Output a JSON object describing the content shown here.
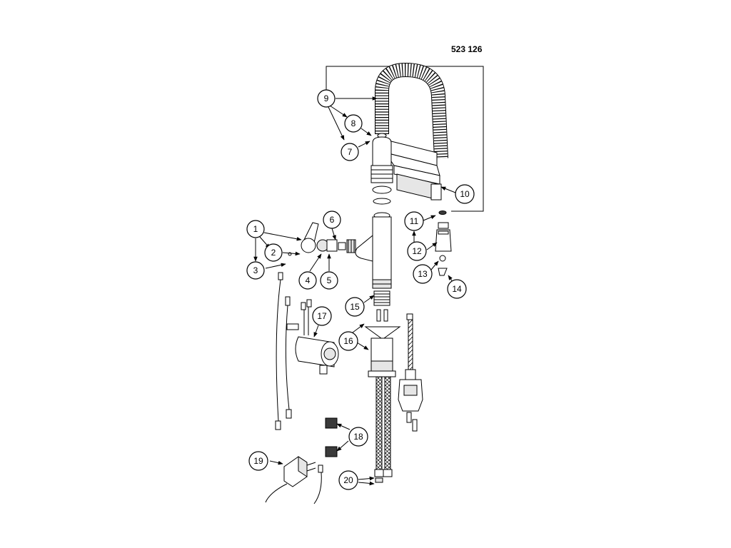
{
  "part_number": "523 126",
  "callouts": [
    "1",
    "2",
    "3",
    "4",
    "5",
    "6",
    "7",
    "8",
    "9",
    "10",
    "11",
    "12",
    "13",
    "14",
    "15",
    "16",
    "17",
    "18",
    "19",
    "20"
  ],
  "colors": {
    "ink": "#000000",
    "paper": "#ffffff",
    "shade": "#e6e6e6",
    "dark": "#3a3a3a"
  }
}
